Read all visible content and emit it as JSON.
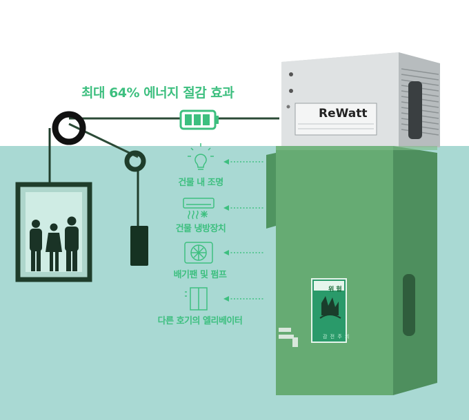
{
  "headline": "최대 64% 에너지 절감 효과",
  "product": {
    "brand": "ReWatt",
    "warning_top": "위 험",
    "warning_bottom": "감 전 주 의"
  },
  "uses": [
    {
      "label": "건물 내 조명",
      "icon": "light-bulb-icon"
    },
    {
      "label": "건물 냉방장치",
      "icon": "air-conditioner-icon"
    },
    {
      "label": "배기팬 및 펌프",
      "icon": "exhaust-fan-icon"
    },
    {
      "label": "다른 호기의 엘리베이터",
      "icon": "elevator-door-icon"
    }
  ],
  "colors": {
    "accent": "#3dbf7f",
    "water": "#a9d9d3",
    "cabinet": "#5ea26b",
    "elevator_frame": "#1f3d2b"
  }
}
